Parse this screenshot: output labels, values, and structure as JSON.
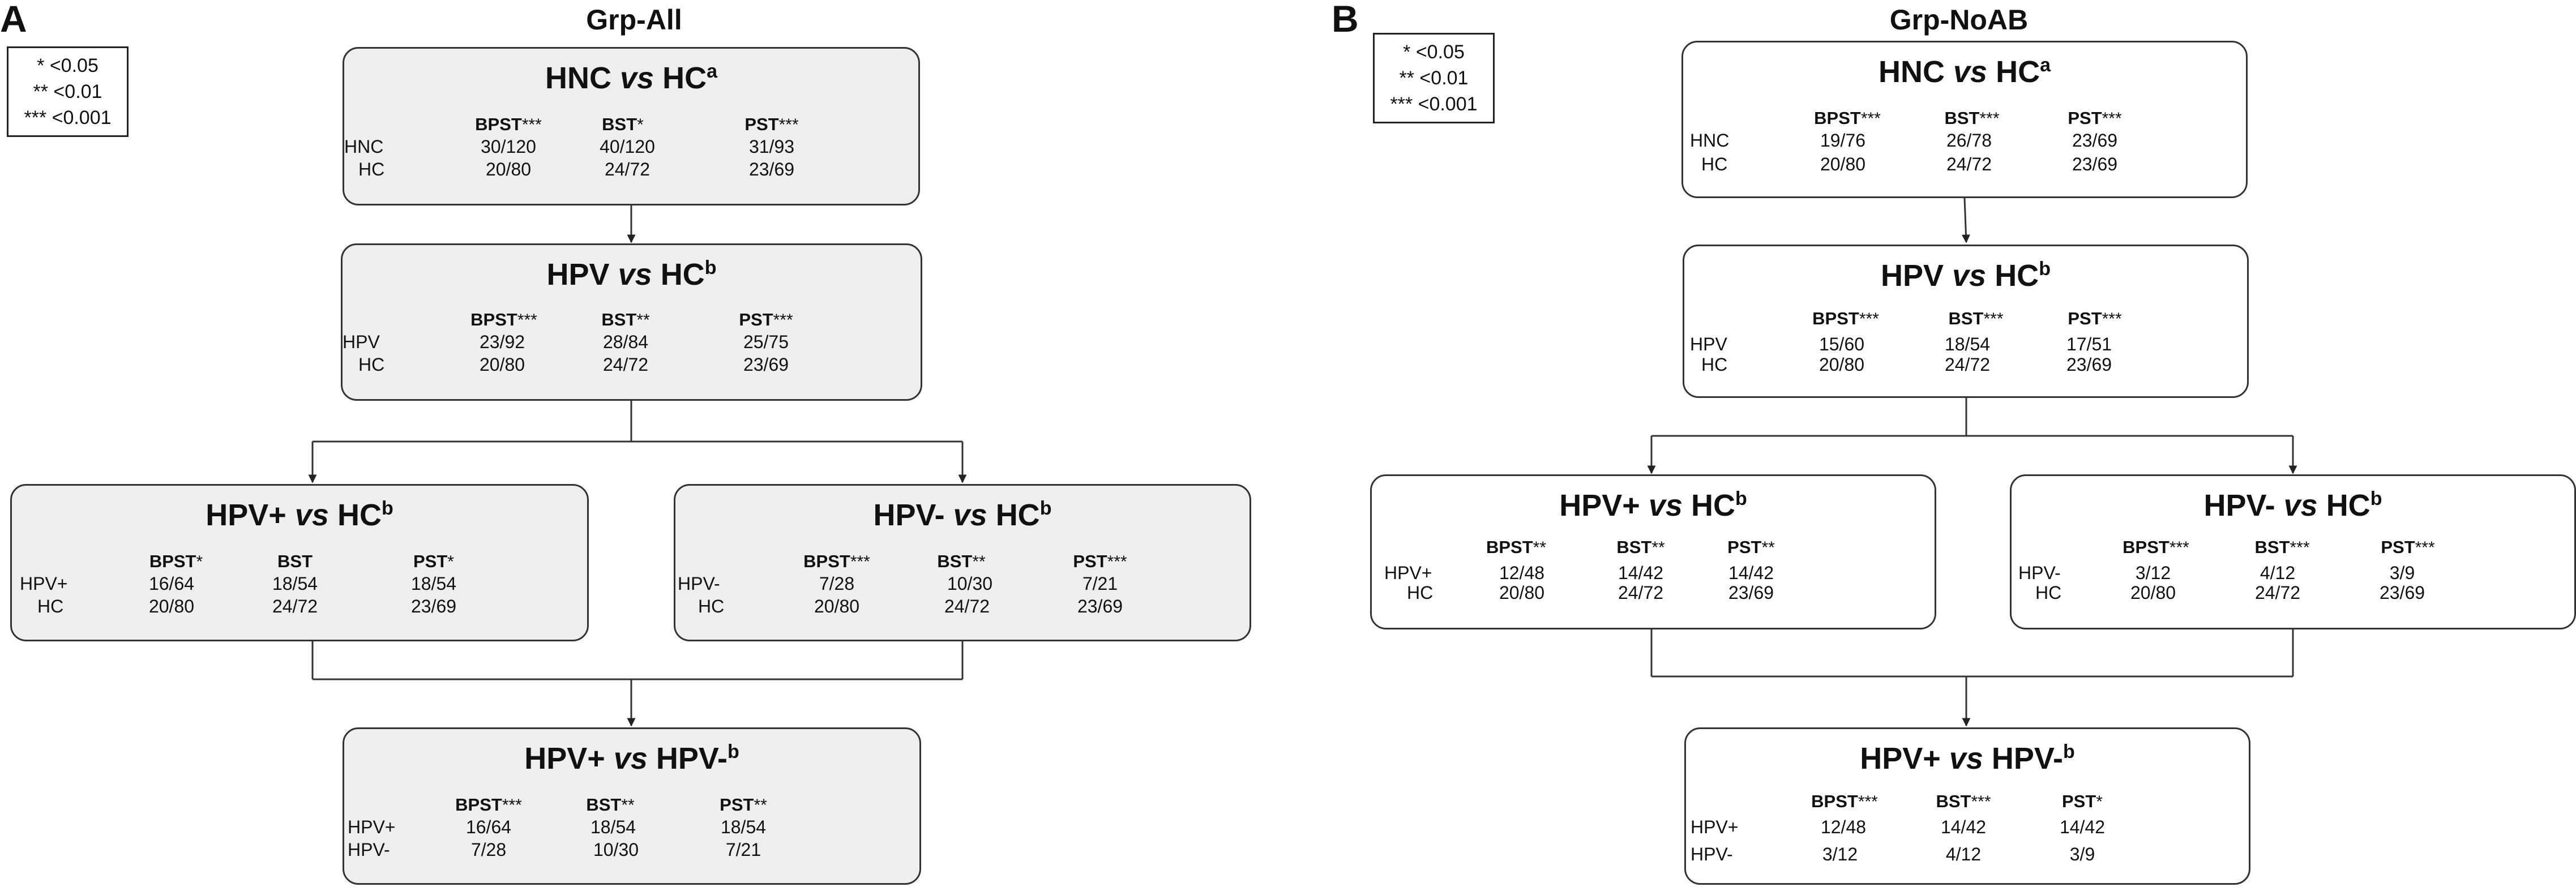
{
  "panels": [
    {
      "letter": "A",
      "title": "Grp-All",
      "legend": [
        "* <0.05",
        "** <0.01",
        "*** <0.001"
      ],
      "nodes": [
        {
          "title_pre": "HNC",
          "vs": "vs",
          "title_post": "HC",
          "sup": "a",
          "cols": [
            {
              "name": "BPST",
              "sig": "***"
            },
            {
              "name": "BST",
              "sig": "*"
            },
            {
              "name": "PST",
              "sig": "***"
            }
          ],
          "rows": [
            {
              "label": "HNC",
              "values": [
                "30/120",
                "40/120",
                "31/93"
              ]
            },
            {
              "label": "HC",
              "values": [
                "20/80",
                "24/72",
                "23/69"
              ]
            }
          ]
        },
        {
          "title_pre": "HPV",
          "vs": "vs",
          "title_post": "HC",
          "sup": "b",
          "cols": [
            {
              "name": "BPST",
              "sig": "***"
            },
            {
              "name": "BST",
              "sig": "**"
            },
            {
              "name": "PST",
              "sig": "***"
            }
          ],
          "rows": [
            {
              "label": "HPV",
              "values": [
                "23/92",
                "28/84",
                "25/75"
              ]
            },
            {
              "label": "HC",
              "values": [
                "20/80",
                "24/72",
                "23/69"
              ]
            }
          ]
        },
        {
          "title_pre": "HPV+",
          "vs": "vs",
          "title_post": "HC",
          "sup": "b",
          "cols": [
            {
              "name": "BPST",
              "sig": "*"
            },
            {
              "name": "BST",
              "sig": ""
            },
            {
              "name": "PST",
              "sig": "*"
            }
          ],
          "rows": [
            {
              "label": "HPV+",
              "values": [
                "16/64",
                "18/54",
                "18/54"
              ]
            },
            {
              "label": "HC",
              "values": [
                "20/80",
                "24/72",
                "23/69"
              ]
            }
          ]
        },
        {
          "title_pre": "HPV-",
          "vs": "vs",
          "title_post": "HC",
          "sup": "b",
          "cols": [
            {
              "name": "BPST",
              "sig": "***"
            },
            {
              "name": "BST",
              "sig": "**"
            },
            {
              "name": "PST",
              "sig": "***"
            }
          ],
          "rows": [
            {
              "label": "HPV-",
              "values": [
                "7/28",
                "10/30",
                "7/21"
              ]
            },
            {
              "label": "HC",
              "values": [
                "20/80",
                "24/72",
                "23/69"
              ]
            }
          ]
        },
        {
          "title_pre": "HPV+",
          "vs": "vs",
          "title_post": "HPV-",
          "sup": "b",
          "cols": [
            {
              "name": "BPST",
              "sig": "***"
            },
            {
              "name": "BST",
              "sig": "**"
            },
            {
              "name": "PST",
              "sig": "**"
            }
          ],
          "rows": [
            {
              "label": "HPV+",
              "values": [
                "16/64",
                "18/54",
                "18/54"
              ]
            },
            {
              "label": "HPV-",
              "values": [
                "7/28",
                "10/30",
                "7/21"
              ]
            }
          ]
        }
      ]
    },
    {
      "letter": "B",
      "title": "Grp-NoAB",
      "legend": [
        "* <0.05",
        "** <0.01",
        "*** <0.001"
      ],
      "nodes": [
        {
          "title_pre": "HNC",
          "vs": "vs",
          "title_post": "HC",
          "sup": "a",
          "cols": [
            {
              "name": "BPST",
              "sig": "***"
            },
            {
              "name": "BST",
              "sig": "***"
            },
            {
              "name": "PST",
              "sig": "***"
            }
          ],
          "rows": [
            {
              "label": "HNC",
              "values": [
                "19/76",
                "26/78",
                "23/69"
              ]
            },
            {
              "label": "HC",
              "values": [
                "20/80",
                "24/72",
                "23/69"
              ]
            }
          ]
        },
        {
          "title_pre": "HPV",
          "vs": "vs",
          "title_post": "HC",
          "sup": "b",
          "cols": [
            {
              "name": "BPST",
              "sig": "***"
            },
            {
              "name": "BST",
              "sig": "***"
            },
            {
              "name": "PST",
              "sig": "***"
            }
          ],
          "rows": [
            {
              "label": "HPV",
              "values": [
                "15/60",
                "18/54",
                "17/51"
              ]
            },
            {
              "label": "HC",
              "values": [
                "20/80",
                "24/72",
                "23/69"
              ]
            }
          ]
        },
        {
          "title_pre": "HPV+",
          "vs": "vs",
          "title_post": "HC",
          "sup": "b",
          "cols": [
            {
              "name": "BPST",
              "sig": "**"
            },
            {
              "name": "BST",
              "sig": "**"
            },
            {
              "name": "PST",
              "sig": "**"
            }
          ],
          "rows": [
            {
              "label": "HPV+",
              "values": [
                "12/48",
                "14/42",
                "14/42"
              ]
            },
            {
              "label": "HC",
              "values": [
                "20/80",
                "24/72",
                "23/69"
              ]
            }
          ]
        },
        {
          "title_pre": "HPV-",
          "vs": "vs",
          "title_post": "HC",
          "sup": "b",
          "cols": [
            {
              "name": "BPST",
              "sig": "***"
            },
            {
              "name": "BST",
              "sig": "***"
            },
            {
              "name": "PST",
              "sig": "***"
            }
          ],
          "rows": [
            {
              "label": "HPV-",
              "values": [
                "3/12",
                "4/12",
                "3/9"
              ]
            },
            {
              "label": "HC",
              "values": [
                "20/80",
                "24/72",
                "23/69"
              ]
            }
          ]
        },
        {
          "title_pre": "HPV+",
          "vs": "vs",
          "title_post": "HPV-",
          "sup": "b",
          "cols": [
            {
              "name": "BPST",
              "sig": "***"
            },
            {
              "name": "BST",
              "sig": "***"
            },
            {
              "name": "PST",
              "sig": "*"
            }
          ],
          "rows": [
            {
              "label": "HPV+",
              "values": [
                "12/48",
                "14/42",
                "14/42"
              ]
            },
            {
              "label": "HPV-",
              "values": [
                "3/12",
                "4/12",
                "3/9"
              ]
            }
          ]
        }
      ]
    }
  ]
}
